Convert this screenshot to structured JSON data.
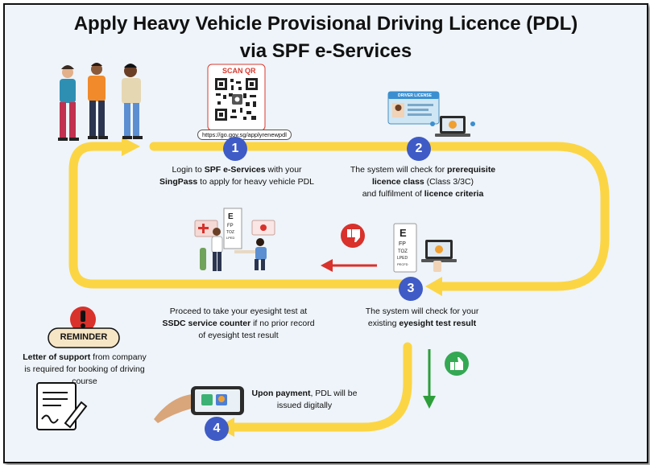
{
  "title": {
    "line1": "Apply Heavy Vehicle Provisional Driving Licence (PDL)",
    "line2": "via SPF e-Services"
  },
  "qr": {
    "label": "SCAN QR",
    "url": "https://go.gov.sg/applyrenewpdl"
  },
  "steps": [
    {
      "number": "1",
      "text": {
        "a": "Login to ",
        "b": "SPF e-Services",
        "c": " with your",
        "d": "SingPass",
        "e": " to apply for heavy vehicle PDL"
      }
    },
    {
      "number": "2",
      "text": {
        "a": "The system will check for ",
        "b": "prerequisite",
        "c": "licence class",
        "d": " (Class 3/3C)",
        "e": "and fulfilment of ",
        "f": "licence criteria"
      }
    },
    {
      "number": "3",
      "text": {
        "a": "The system will check for your",
        "b": "existing ",
        "c": "eyesight test result"
      }
    },
    {
      "number": "4",
      "text": {
        "a": "Upon payment",
        "b": ", PDL will be",
        "c": "issued digitally"
      }
    }
  ],
  "eyesight_branch": {
    "a": "Proceed to take your eyesight test at",
    "b": "SSDC service counter",
    "c": " if no prior record",
    "d": "of eyesight test result"
  },
  "reminder": {
    "badge": "REMINDER",
    "a": "Letter of support",
    "b": " from company",
    "c": "is required for booking of driving",
    "d": "course"
  },
  "license_card_label": "DRIVER LICENSE",
  "colors": {
    "flow": "#fcd544",
    "step_circle": "#3f5bc6",
    "arrow_red": "#d9312b",
    "arrow_green": "#2e9e3a",
    "thumb_down": "#d9312b",
    "thumb_up": "#34a853"
  },
  "icons": [
    "people-icon",
    "qr-code-icon",
    "driver-license-icon",
    "laptop-icon",
    "eye-test-icon",
    "eye-chart-icon",
    "thumbs-down-icon",
    "thumbs-up-icon",
    "reminder-icon",
    "document-sign-icon",
    "phone-payment-icon"
  ]
}
